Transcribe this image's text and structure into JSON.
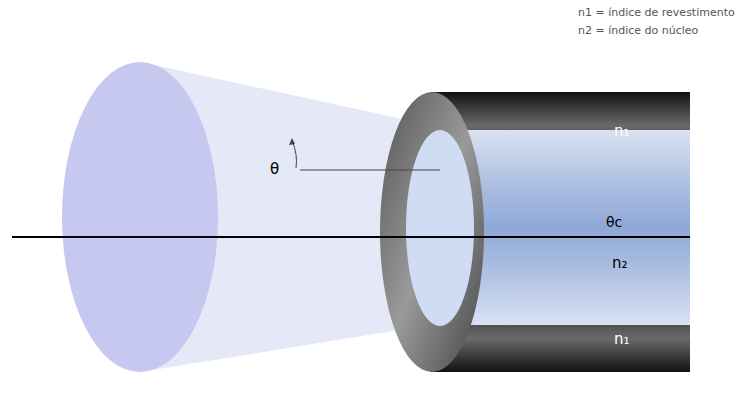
{
  "diagram": {
    "labels": [
      "n1 = índice de revestimento",
      "n2 = índice do núcleo",
      "θ",
      "n₁",
      "θc",
      "n₂",
      "n₁"
    ]
  }
}
